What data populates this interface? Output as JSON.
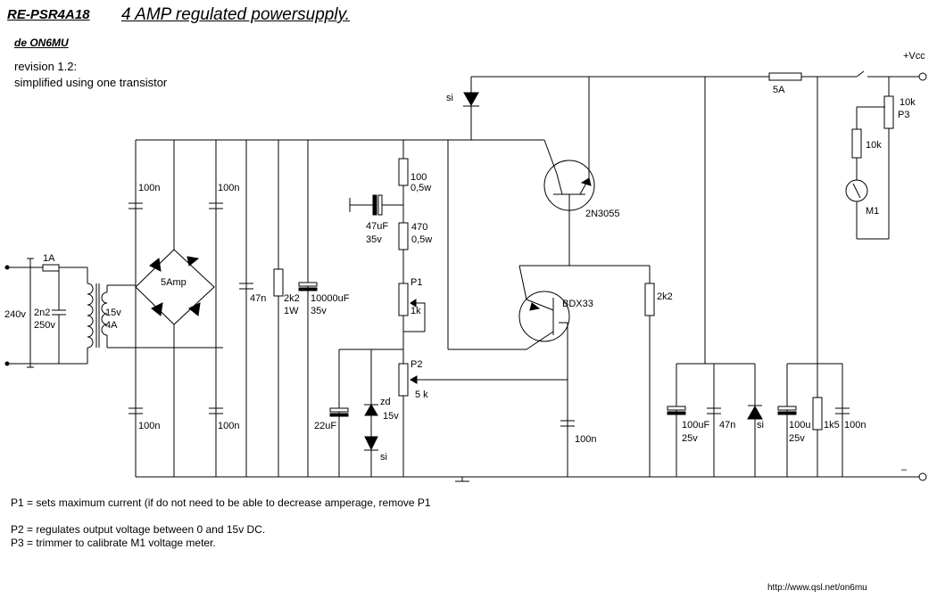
{
  "header": {
    "code": "RE-PSR4A18",
    "title": "4 AMP regulated powersupply.",
    "author": "de ON6MU",
    "revision": "revision 1.2:",
    "revision_note": "simplified using one transistor"
  },
  "labels": {
    "fuse_in": "1A",
    "mains": "240v",
    "cap_in_value": "2n2",
    "cap_in_voltage": "250v",
    "transformer_voltage": "15v",
    "transformer_current": "4A",
    "bridge": "5Amp",
    "c_bridge_tl": "100n",
    "c_bridge_tr": "100n",
    "c_bridge_bl": "100n",
    "c_bridge_br": "100n",
    "c_47n": "47n",
    "r_2k2_value": "2k2",
    "r_2k2_power": "1W",
    "c_main_value": "10000uF",
    "c_main_voltage": "35v",
    "r_100_value": "100",
    "r_100_power": "0,5w",
    "c_47u_value": "47uF",
    "c_47u_voltage": "35v",
    "r_470_value": "470",
    "r_470_power": "0,5w",
    "p1_name": "P1",
    "p1_value": "1k",
    "p2_name": "P2",
    "p2_value": "5 k",
    "zener_name": "zd",
    "zener_voltage": "15v",
    "diode_si_bottom": "si",
    "c_22u": "22uF",
    "diode_si_top": "si",
    "q1": "2N3055",
    "q2": "BDX33",
    "r_2k2_emitter": "2k2",
    "c_100n_base": "100n",
    "fuse_out": "5A",
    "vcc": "+Vcc",
    "minus": "–",
    "p3_value": "10k",
    "p3_name": "P3",
    "r_10k": "10k",
    "meter": "M1",
    "c_out1_value": "100uF",
    "c_out1_voltage": "25v",
    "c_out_47n": "47n",
    "diode_si_out": "si",
    "c_out2_value": "100u",
    "c_out2_voltage": "25v",
    "r_1k5": "1k5",
    "c_out_100n": "100n"
  },
  "notes": {
    "p1": "P1 = sets maximum current (if do not need to be able to decrease amperage, remove P1",
    "p2": "P2 = regulates output voltage between 0 and 15v DC.",
    "p3": "P3 = trimmer to calibrate M1 voltage meter."
  },
  "footer": {
    "url": "http://www.qsl.net/on6mu"
  }
}
